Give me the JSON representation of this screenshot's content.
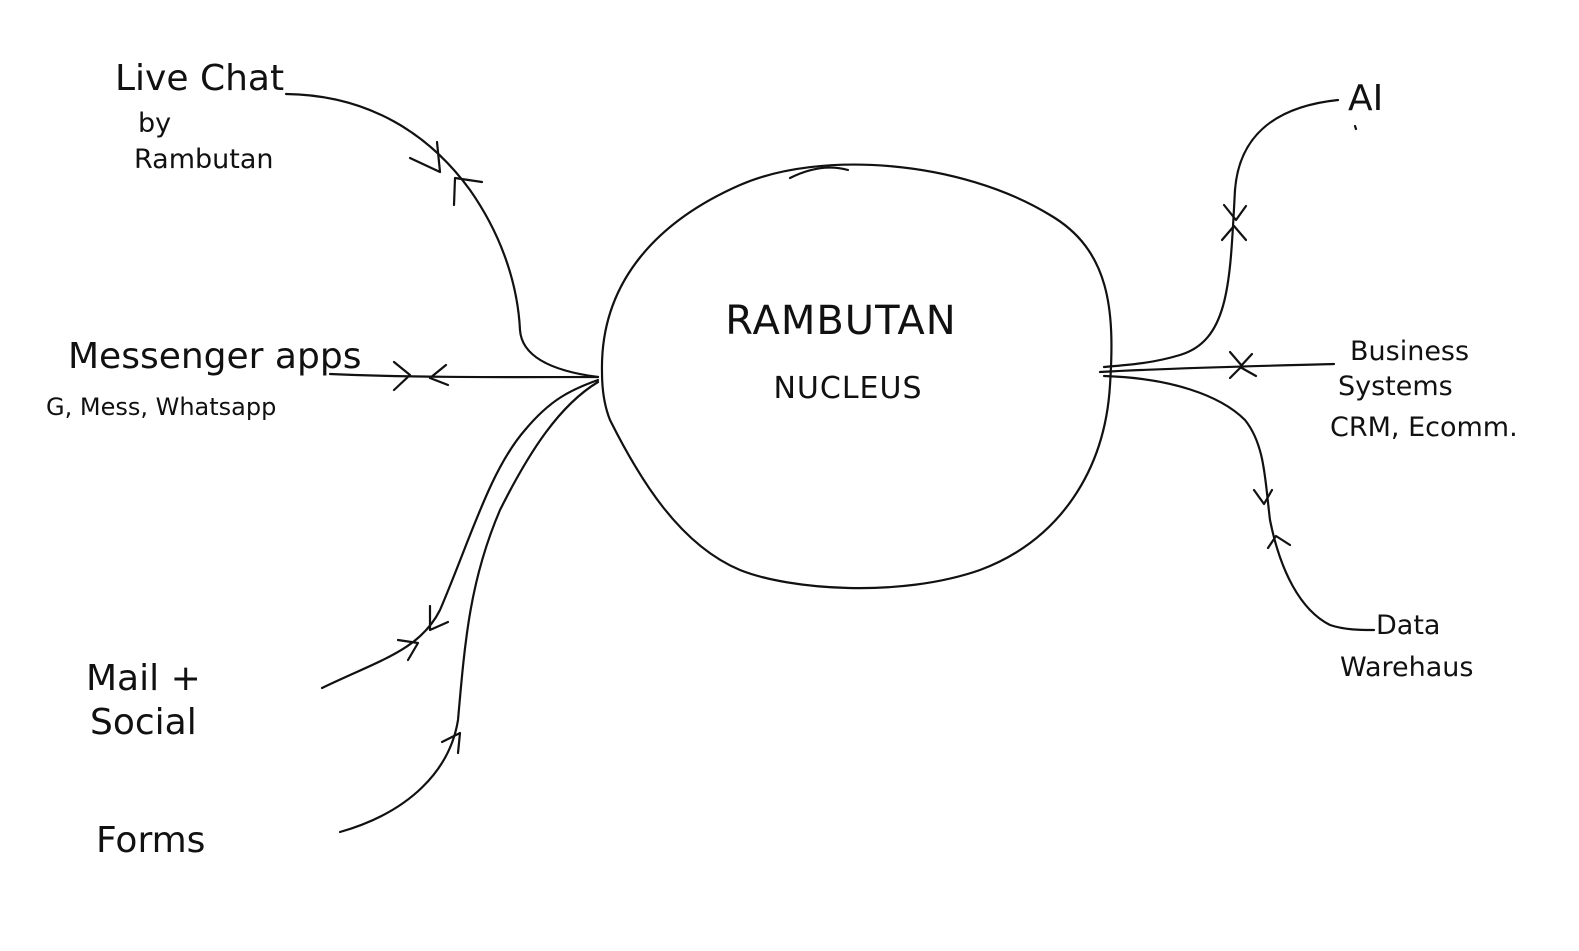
{
  "nucleus": {
    "title": "RAMBUTAN",
    "subtitle": "NUCLEUS"
  },
  "nodes": {
    "live_chat": [
      "Live Chat",
      "by",
      "Rambutan"
    ],
    "messenger_apps": [
      "Messenger apps",
      "G, Mess, Whatsapp"
    ],
    "mail_social": [
      "Mail +",
      "Social"
    ],
    "forms": [
      "Forms"
    ],
    "ai": [
      "AI"
    ],
    "business_systems": [
      "Business",
      "Systems",
      "CRM, Ecomm."
    ],
    "data_warehouse": [
      "Data",
      "Warehaus"
    ]
  }
}
